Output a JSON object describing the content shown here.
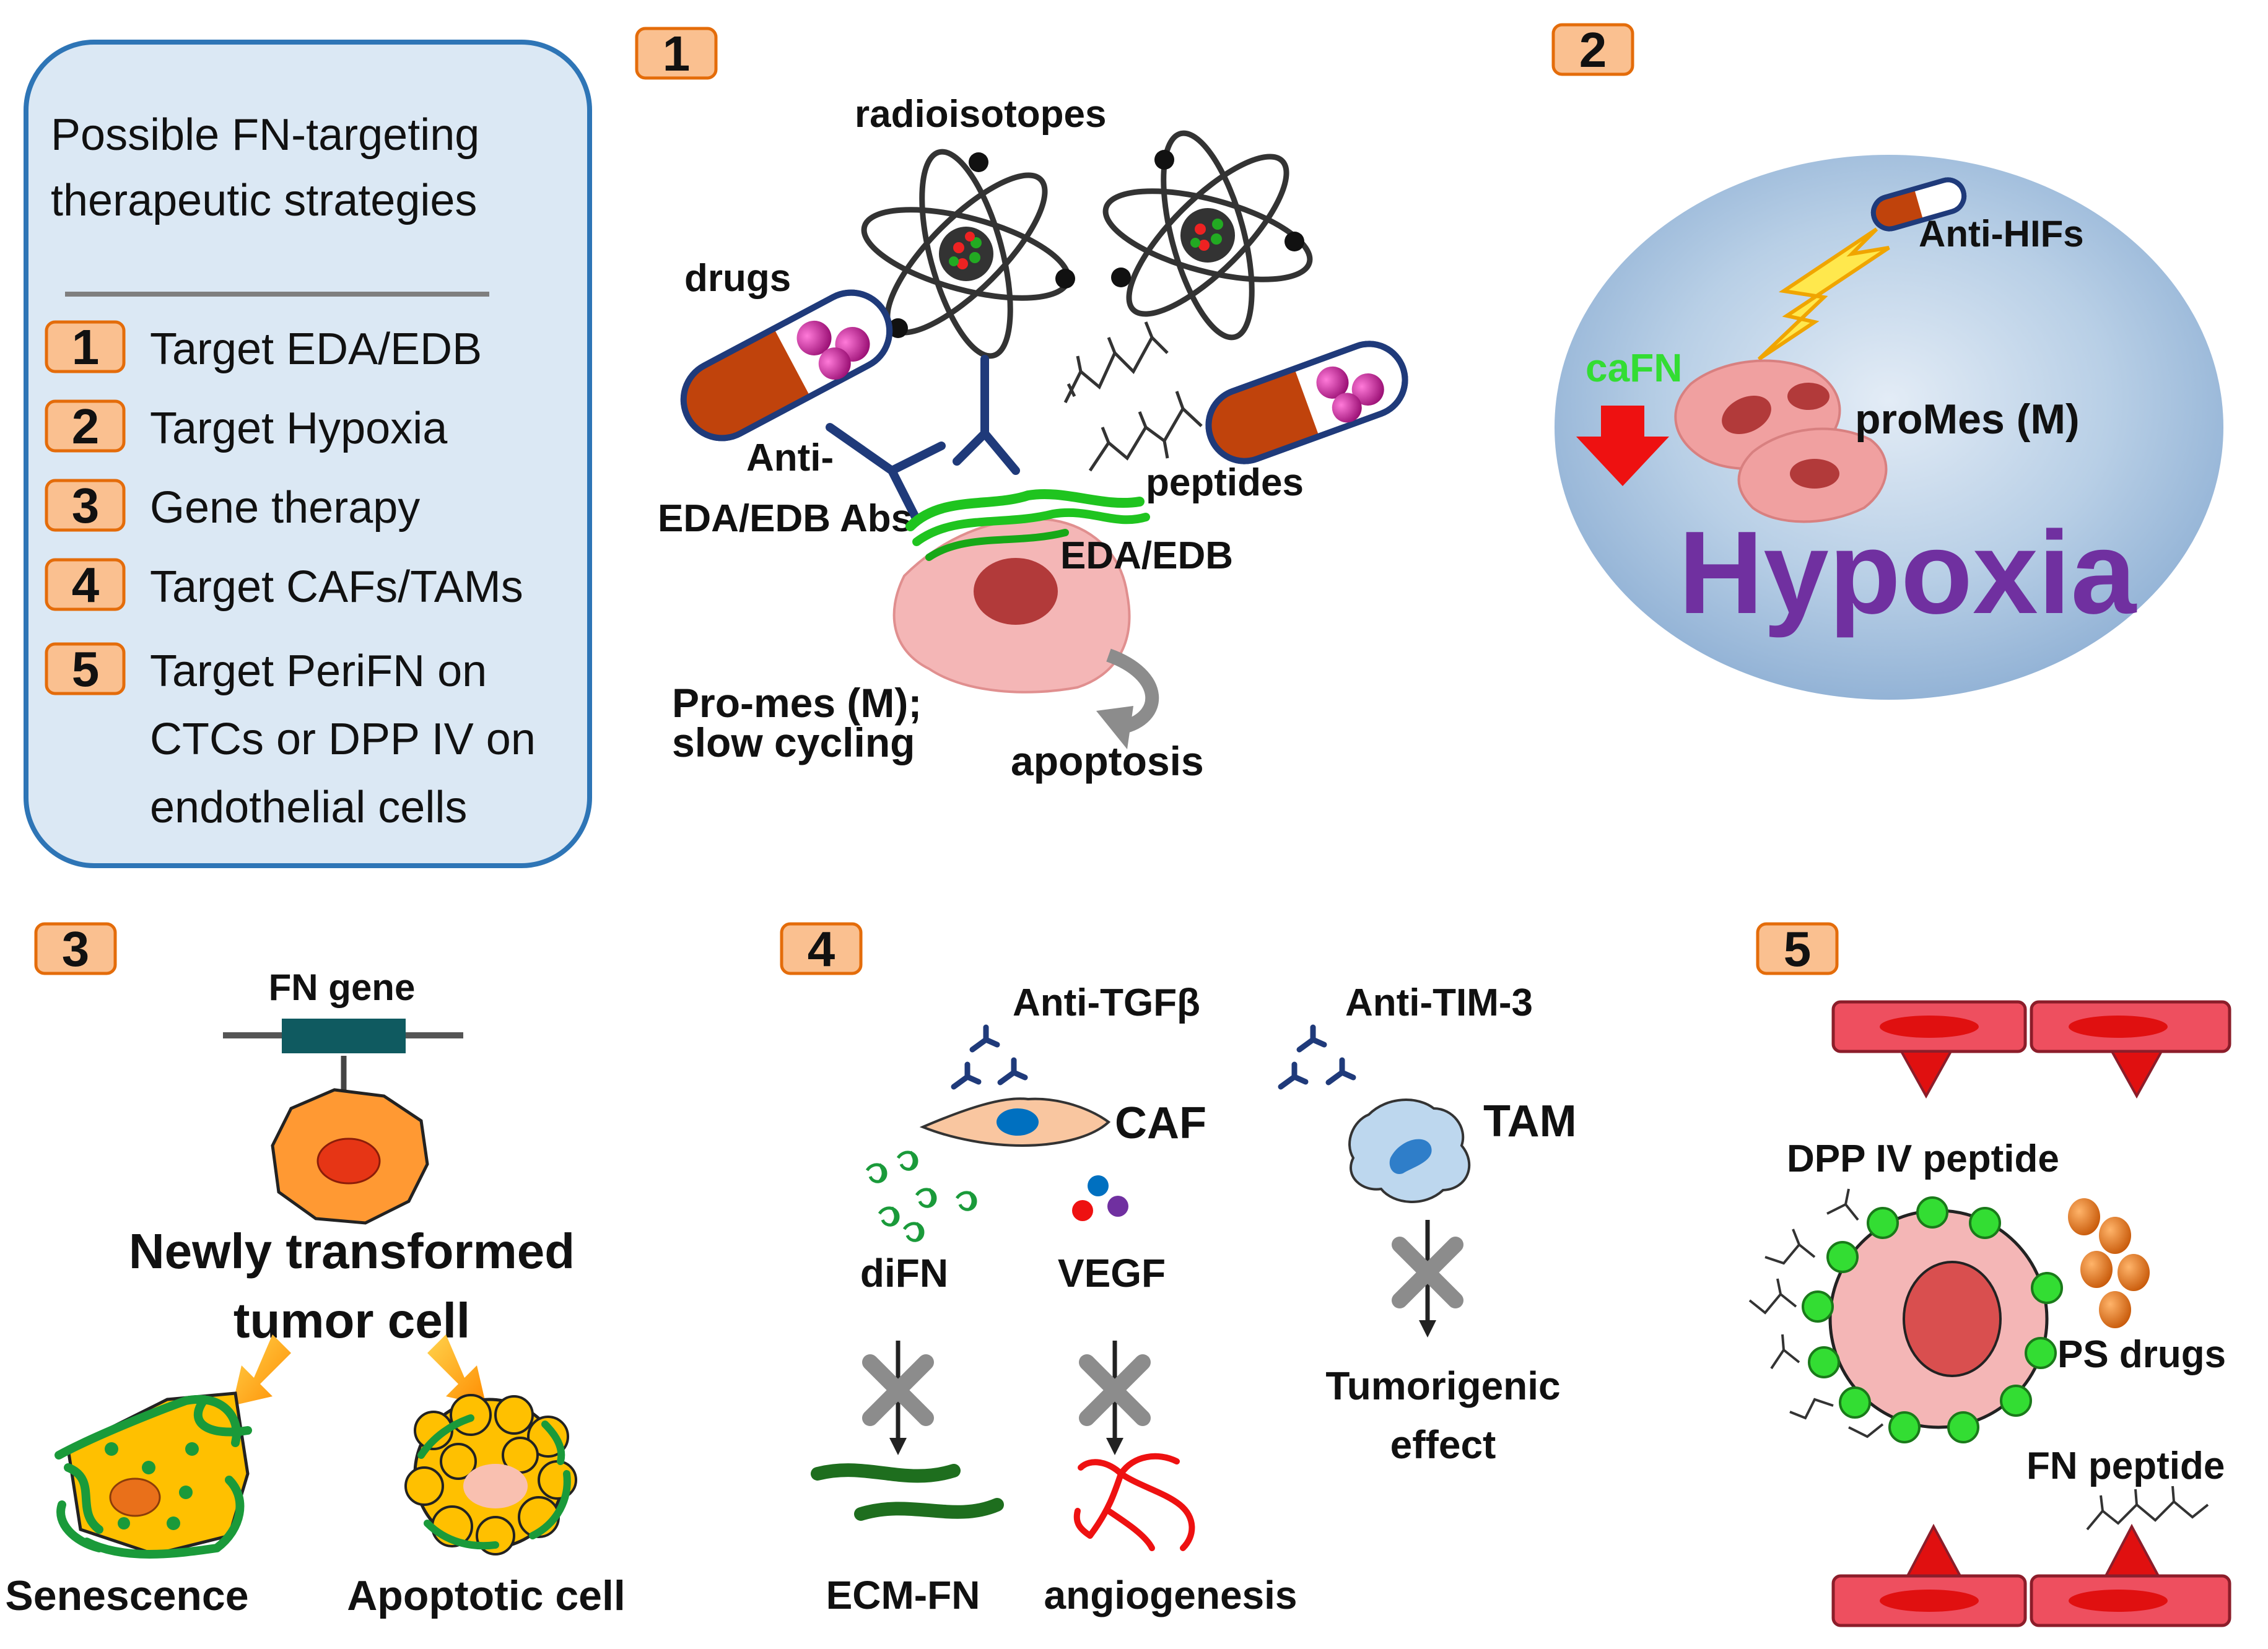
{
  "legend": {
    "title_line1": "Possible FN-targeting",
    "title_line2": "therapeutic strategies",
    "items": [
      {
        "num": "1",
        "lines": [
          "Target EDA/EDB"
        ]
      },
      {
        "num": "2",
        "lines": [
          "Target Hypoxia"
        ]
      },
      {
        "num": "3",
        "lines": [
          "Gene therapy"
        ]
      },
      {
        "num": "4",
        "lines": [
          "Target CAFs/TAMs"
        ]
      },
      {
        "num": "5",
        "lines": [
          "Target PeriFN on",
          "CTCs or DPP IV on",
          "endothelial cells"
        ]
      }
    ]
  },
  "panel1": {
    "badge": "1",
    "radioisotopes": "radioisotopes",
    "drugs": "drugs",
    "abs_line1": "Anti-",
    "abs_line2": "EDA/EDB Abs",
    "peptides": "peptides",
    "eda_edb": "EDA/EDB",
    "cell_line1": "Pro-mes (M);",
    "cell_line2": "slow cycling",
    "apoptosis": "apoptosis"
  },
  "panel2": {
    "badge": "2",
    "anti_hifs": "Anti-HIFs",
    "cafn": "caFN",
    "promes": "proMes (M)",
    "hypoxia": "Hypoxia"
  },
  "panel3": {
    "badge": "3",
    "fn_gene": "FN gene",
    "newly_line1": "Newly transformed",
    "newly_line2": "tumor cell",
    "senescence": "Senescence",
    "apoptotic": "Apoptotic cell"
  },
  "panel4": {
    "badge": "4",
    "anti_tgf": "Anti-TGFβ",
    "anti_tim": "Anti-TIM-3",
    "caf": "CAF",
    "tam": "TAM",
    "difn": "diFN",
    "vegf": "VEGF",
    "ecm_fn": "ECM-FN",
    "angiogenesis": "angiogenesis",
    "tumorigenic_line1": "Tumorigenic",
    "tumorigenic_line2": "effect"
  },
  "panel5": {
    "badge": "5",
    "dpp_peptide": "DPP IV peptide",
    "ps_drugs": "PS drugs",
    "fn_peptide": "FN peptide"
  },
  "colors": {
    "legend_fill": "#dbe8f4",
    "legend_stroke": "#2e75b6",
    "badge_fill": "#fac090",
    "badge_stroke": "#e46c0a",
    "cell_pink": "#f4b6b6",
    "nucleus": "#b23a3a",
    "hypoxia_purple": "#7030a0",
    "cafn_green": "#33dd33",
    "arrow_red": "#ee1111",
    "antibody_navy": "#1f3a7a"
  }
}
